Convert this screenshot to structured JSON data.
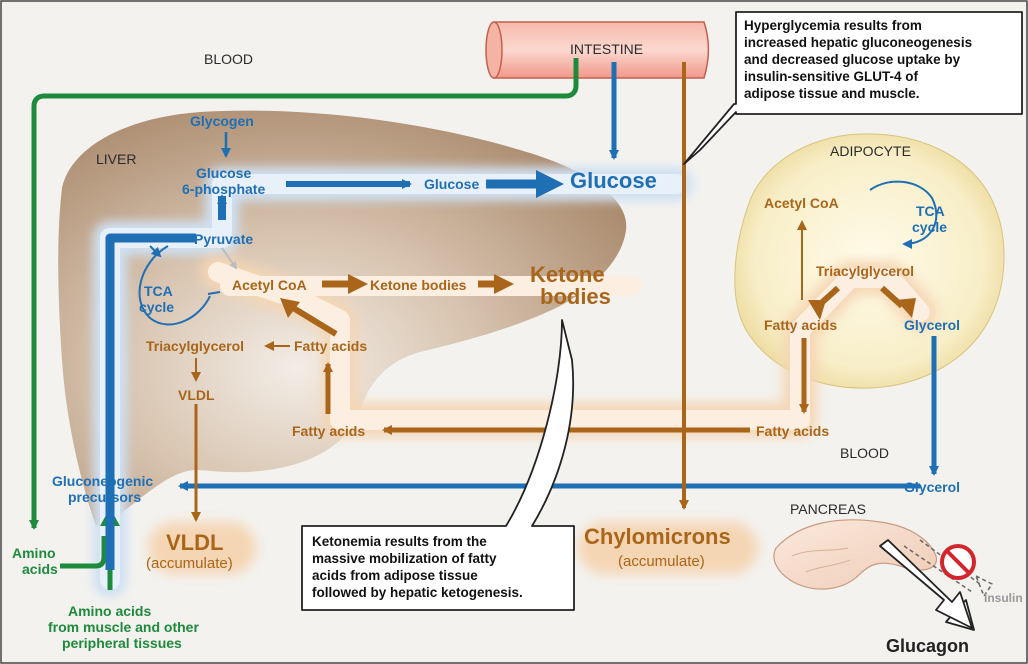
{
  "regions": {
    "blood_top": "BLOOD",
    "intestine": "INTESTINE",
    "liver": "LIVER",
    "adipocyte": "ADIPOCYTE",
    "blood_right": "BLOOD",
    "pancreas": "PANCREAS"
  },
  "liver_nodes": {
    "glycogen": "Glycogen",
    "glucose_6p_line1": "Glucose",
    "glucose_6p_line2": "6-phosphate",
    "glucose_small": "Glucose",
    "pyruvate": "Pyruvate",
    "tca_line1": "TCA",
    "tca_line2": "cycle",
    "acetyl_coa": "Acetyl CoA",
    "ketone_bodies_small": "Ketone bodies",
    "fatty_acids": "Fatty acids",
    "triacylglycerol": "Triacylglycerol",
    "vldl_small": "VLDL",
    "fatty_acids_lower": "Fatty acids",
    "gluconeogenic_line1": "Gluconeogenic",
    "gluconeogenic_line2": "precursors"
  },
  "outcomes": {
    "glucose": "Glucose",
    "ketone_line1": "Ketone",
    "ketone_line2": "bodies",
    "vldl": "VLDL",
    "vldl_sub": "(accumulate)",
    "chylomicrons": "Chylomicrons",
    "chylomicrons_sub": "(accumulate)",
    "glucagon": "Glucagon",
    "insulin": "Insulin"
  },
  "adipocyte_nodes": {
    "acetyl_coa": "Acetyl CoA",
    "tca_line1": "TCA",
    "tca_line2": "cycle",
    "triacylglycerol": "Triacylglycerol",
    "fatty_acids": "Fatty acids",
    "glycerol": "Glycerol"
  },
  "blood_nodes": {
    "fatty_acids": "Fatty acids",
    "glycerol": "Glycerol"
  },
  "amino": {
    "left_line1": "Amino",
    "left_line2": "acids",
    "bottom_line1": "Amino acids",
    "bottom_line2": "from muscle and other",
    "bottom_line3": "peripheral tissues"
  },
  "callouts": {
    "hyperglycemia": [
      "Hyperglycemia results from",
      "increased hepatic gluconeogenesis",
      "and decreased glucose uptake by",
      "insulin-sensitive GLUT-4 of",
      "adipose tissue and muscle."
    ],
    "ketonemia": [
      "Ketonemia results from the",
      "massive mobilization of fatty",
      "acids from adipose tissue",
      "followed by hepatic ketogenesis."
    ]
  },
  "colors": {
    "background": "#f3f2ef",
    "liver": "#b99a7e",
    "blue_pathway": "#1f6fb5",
    "brown_pathway": "#a9661b",
    "green_pathway": "#1e8a3c",
    "adipocyte": "#f6ecc4",
    "intestine": "#f4a99a",
    "inhibition_red": "#d3262c"
  }
}
